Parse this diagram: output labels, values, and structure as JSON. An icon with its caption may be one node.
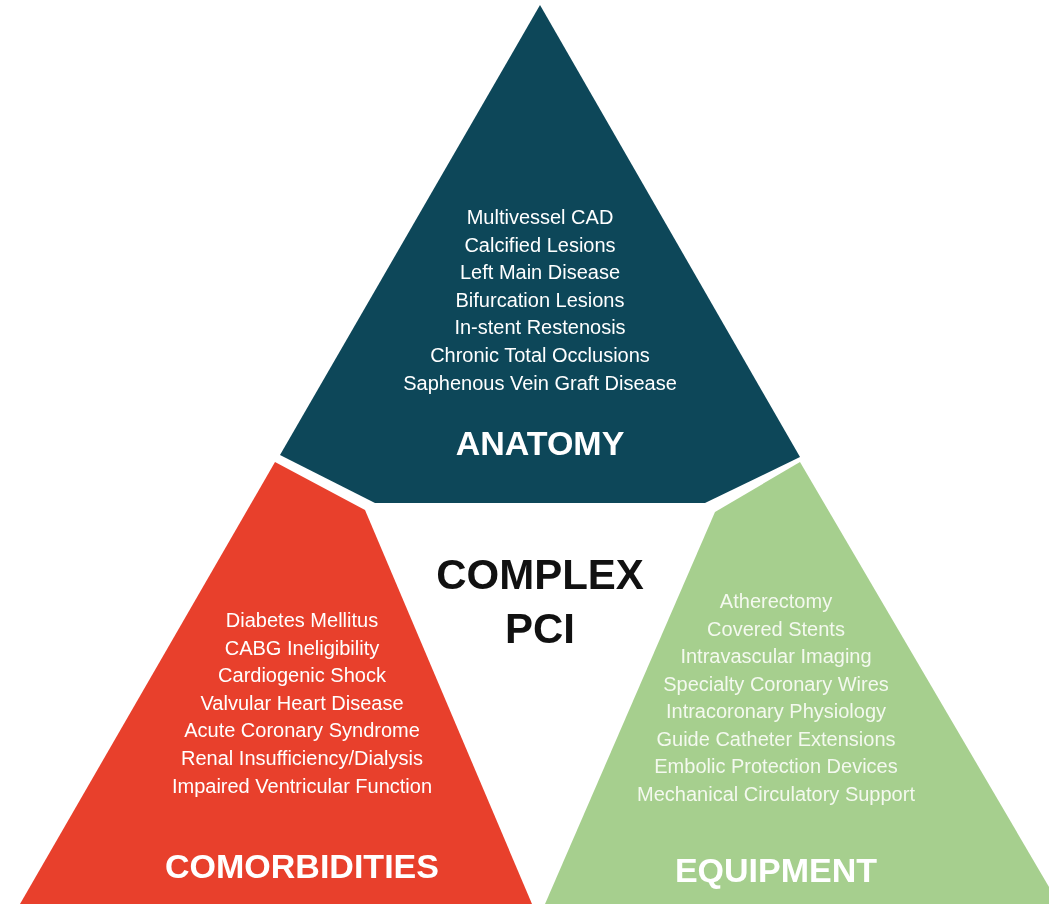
{
  "diagram": {
    "nodes": [
      {
        "text": [
          "Multivessel CAD",
          "Calcified Lesions",
          "Left Main Disease",
          "Bifurcation Lesions",
          "In-stent Restenosis",
          "Chronic Total Occlusions",
          "Saphenous Vein Graft Disease",
          "ANATOMY"
        ]
      },
      {
        "text": [
          "Diabetes Mellitus",
          "CABG Ineligibility",
          "Cardiogenic Shock",
          "Valvular Heart Disease",
          "Acute Coronary Syndrome",
          "Renal Insufficiency/Dialysis",
          "Impaired Ventricular Function",
          "COMORBIDITIES"
        ]
      },
      {
        "text": [
          "Atherectomy",
          "Covered Stents",
          "Intravascular Imaging",
          "Specialty Coronary Wires",
          "Intracoronary Physiology",
          "Guide Catheter Extensions",
          "Embolic Protection Devices",
          "Mechanical Circulatory Support",
          "EQUIPMENT"
        ]
      }
    ],
    "edges": [],
    "labels": [
      "COMPLEX PCI"
    ]
  }
}
